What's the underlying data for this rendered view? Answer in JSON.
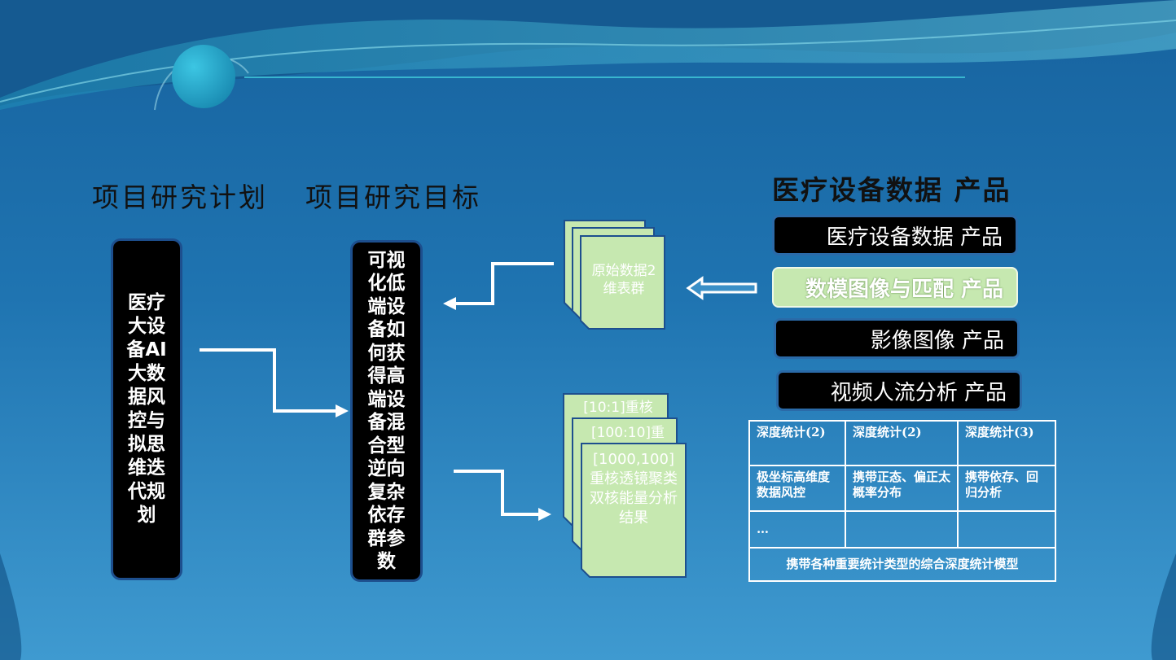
{
  "headings": {
    "plan": "项目研究计划",
    "goal": "项目研究目标",
    "products": "医疗设备数据  产品"
  },
  "left_box": "医疗大设备AI大数据风控与拟思维迭代规划",
  "middle_box": "可视化低端设备如何获得高端设备混合型逆向复杂依存群参数",
  "doc_raw": "原始数据2维表群",
  "doc_stack": {
    "back": "[10:1]重核",
    "mid": "[100:10]重",
    "front": "[1000,100]重核透镜聚类双核能量分析结果"
  },
  "products": [
    {
      "label": "医疗设备数据  产品",
      "style": "dark"
    },
    {
      "label": "数模图像与匹配  产品",
      "style": "light"
    },
    {
      "label": "影像图像  产品",
      "style": "dark"
    },
    {
      "label": "视频人流分析  产品",
      "style": "dark"
    }
  ],
  "table": {
    "rows": [
      [
        "深度统计(2)",
        "深度统计(2)",
        "深度统计(3)"
      ],
      [
        "极坐标高维度数据风控",
        "携带正态、偏正太概率分布",
        "携带依存、回归分析"
      ],
      [
        "…",
        "",
        ""
      ]
    ],
    "footer": "携带各种重要统计类型的综合深度统计模型"
  },
  "colors": {
    "background_top": "#17639f",
    "background_bottom": "#3f9ad0",
    "doc_fill": "#c6e8b0",
    "box_fill": "#000000"
  }
}
